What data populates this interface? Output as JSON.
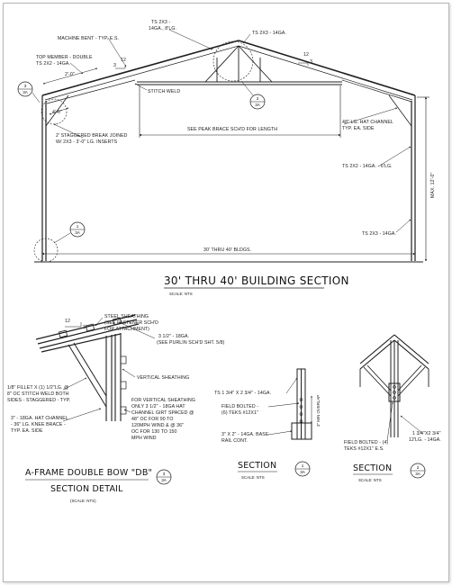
{
  "building_section": {
    "labels": {
      "machine_bent": "MACHINE BENT - TYP. E.S.",
      "ts_top_1": "TS 2X3 -",
      "ts_top_2": "14GA., 8'LG.",
      "ts_peak": "TS 2X3 - 14GA.",
      "top_member_1": "TOP MEMBER - DOUBLE",
      "top_member_2": "TS 2X2 - 14GA.",
      "dim_2_0": "2'-0\"",
      "pitch_3": "3",
      "pitch_12": "12",
      "stitch_weld": "STITCH WELD",
      "dim_4_0": "4'-0\"",
      "staggered_1": "2' STAGGERED BREAK JOINED",
      "staggered_2": "W/ 2X3 - 3'-0\" LG. INSERTS",
      "peak_brace": "SEE PEAK BRACE SCH'D FOR LENGTH",
      "hat_channel_1": "48\" LG. HAT CHANNEL",
      "hat_channel_2": "TYP. EA. SIDE",
      "ts_2x2_6lg": "TS 2X2 - 14GA. - 6'LG.",
      "max_12": "MAX. 12'-0\"",
      "ts_2x3_14": "TS 2X3 - 14GA.",
      "bldgs_width": "30' THRU 40' BLDGS.",
      "title": "30' THRU 40' BUILDING SECTION",
      "scale": "SCALE: NTS"
    },
    "bubbles": [
      {
        "num": "3",
        "ref": "3A"
      },
      {
        "num": "2",
        "ref": "3A"
      },
      {
        "num": "1",
        "ref": "3A"
      }
    ]
  },
  "a_frame_detail": {
    "labels": {
      "pitch_12": "12",
      "pitch_3": "3",
      "steel_sheathing_1": "STEEL SHEATHING",
      "steel_sheathing_2": "(SEE FASTENER SCH'D",
      "steel_sheathing_3": "FOR ATTACHMENT)",
      "purlin_1": "3 1/2\" - 18GA.",
      "purlin_2": "(SEE PURLIN SCH'D SHT. 5/8)",
      "vertical_sheathing": "VERTICAL SHEATHING",
      "fillet_1": "1/8\" FILLET X (1) 1/2\"LG. @",
      "fillet_2": "8\" OC STITCH WELD BOTH",
      "fillet_3": "SIDES - STAGGERED - TYP.",
      "knee_1": "3\" - 18GA. HAT CHANNEL",
      "knee_2": "- 36\" LG. KNEE BRACE -",
      "knee_3": "TYP. EA. SIDE",
      "vs_1": "FOR VERTICAL SHEATHING",
      "vs_2": "ONLY 3 1/2\" - 18GA HAT",
      "vs_3": "CHANNEL GIRT SPACED @",
      "vs_4": "48\" OC FOR 90 TO",
      "vs_5": "120MPH WIND & @ 36\"",
      "vs_6": "OC FOR 130 TO 150",
      "vs_7": "MPH WIND",
      "title_1": "A-FRAME DOUBLE BOW \"DB\"",
      "title_2": "SECTION DETAIL",
      "scale": "(SCALE: NTS)"
    },
    "bubble": {
      "num": "3",
      "ref": "3A"
    }
  },
  "section_1": {
    "labels": {
      "ts_top": "TS 1 3/4\" X 2 3/4\" - 14GA.",
      "field_bolted_1": "FIELD BOLTED -",
      "field_bolted_2": "(6) TEKS #12X1\"",
      "dim_side": "3\" MIN OVERLAP",
      "base_rail_1": "3\" X 2\" - 14GA. BASE",
      "base_rail_2": "RAIL CONT.",
      "title": "SECTION",
      "scale": "SCALE: NTS"
    },
    "bubble": {
      "num": "1",
      "ref": "3A"
    }
  },
  "section_2": {
    "labels": {
      "field_bolted_1": "FIELD BOLTED - (4)",
      "field_bolted_2": "TEKS #12X1\" E.S.",
      "ts_1": "1 3/4\"X2 3/4\"",
      "ts_2": "12'LG. - 14GA.",
      "title": "SECTION",
      "scale": "SCALE: NTS"
    },
    "bubble": {
      "num": "2",
      "ref": "3A"
    }
  }
}
